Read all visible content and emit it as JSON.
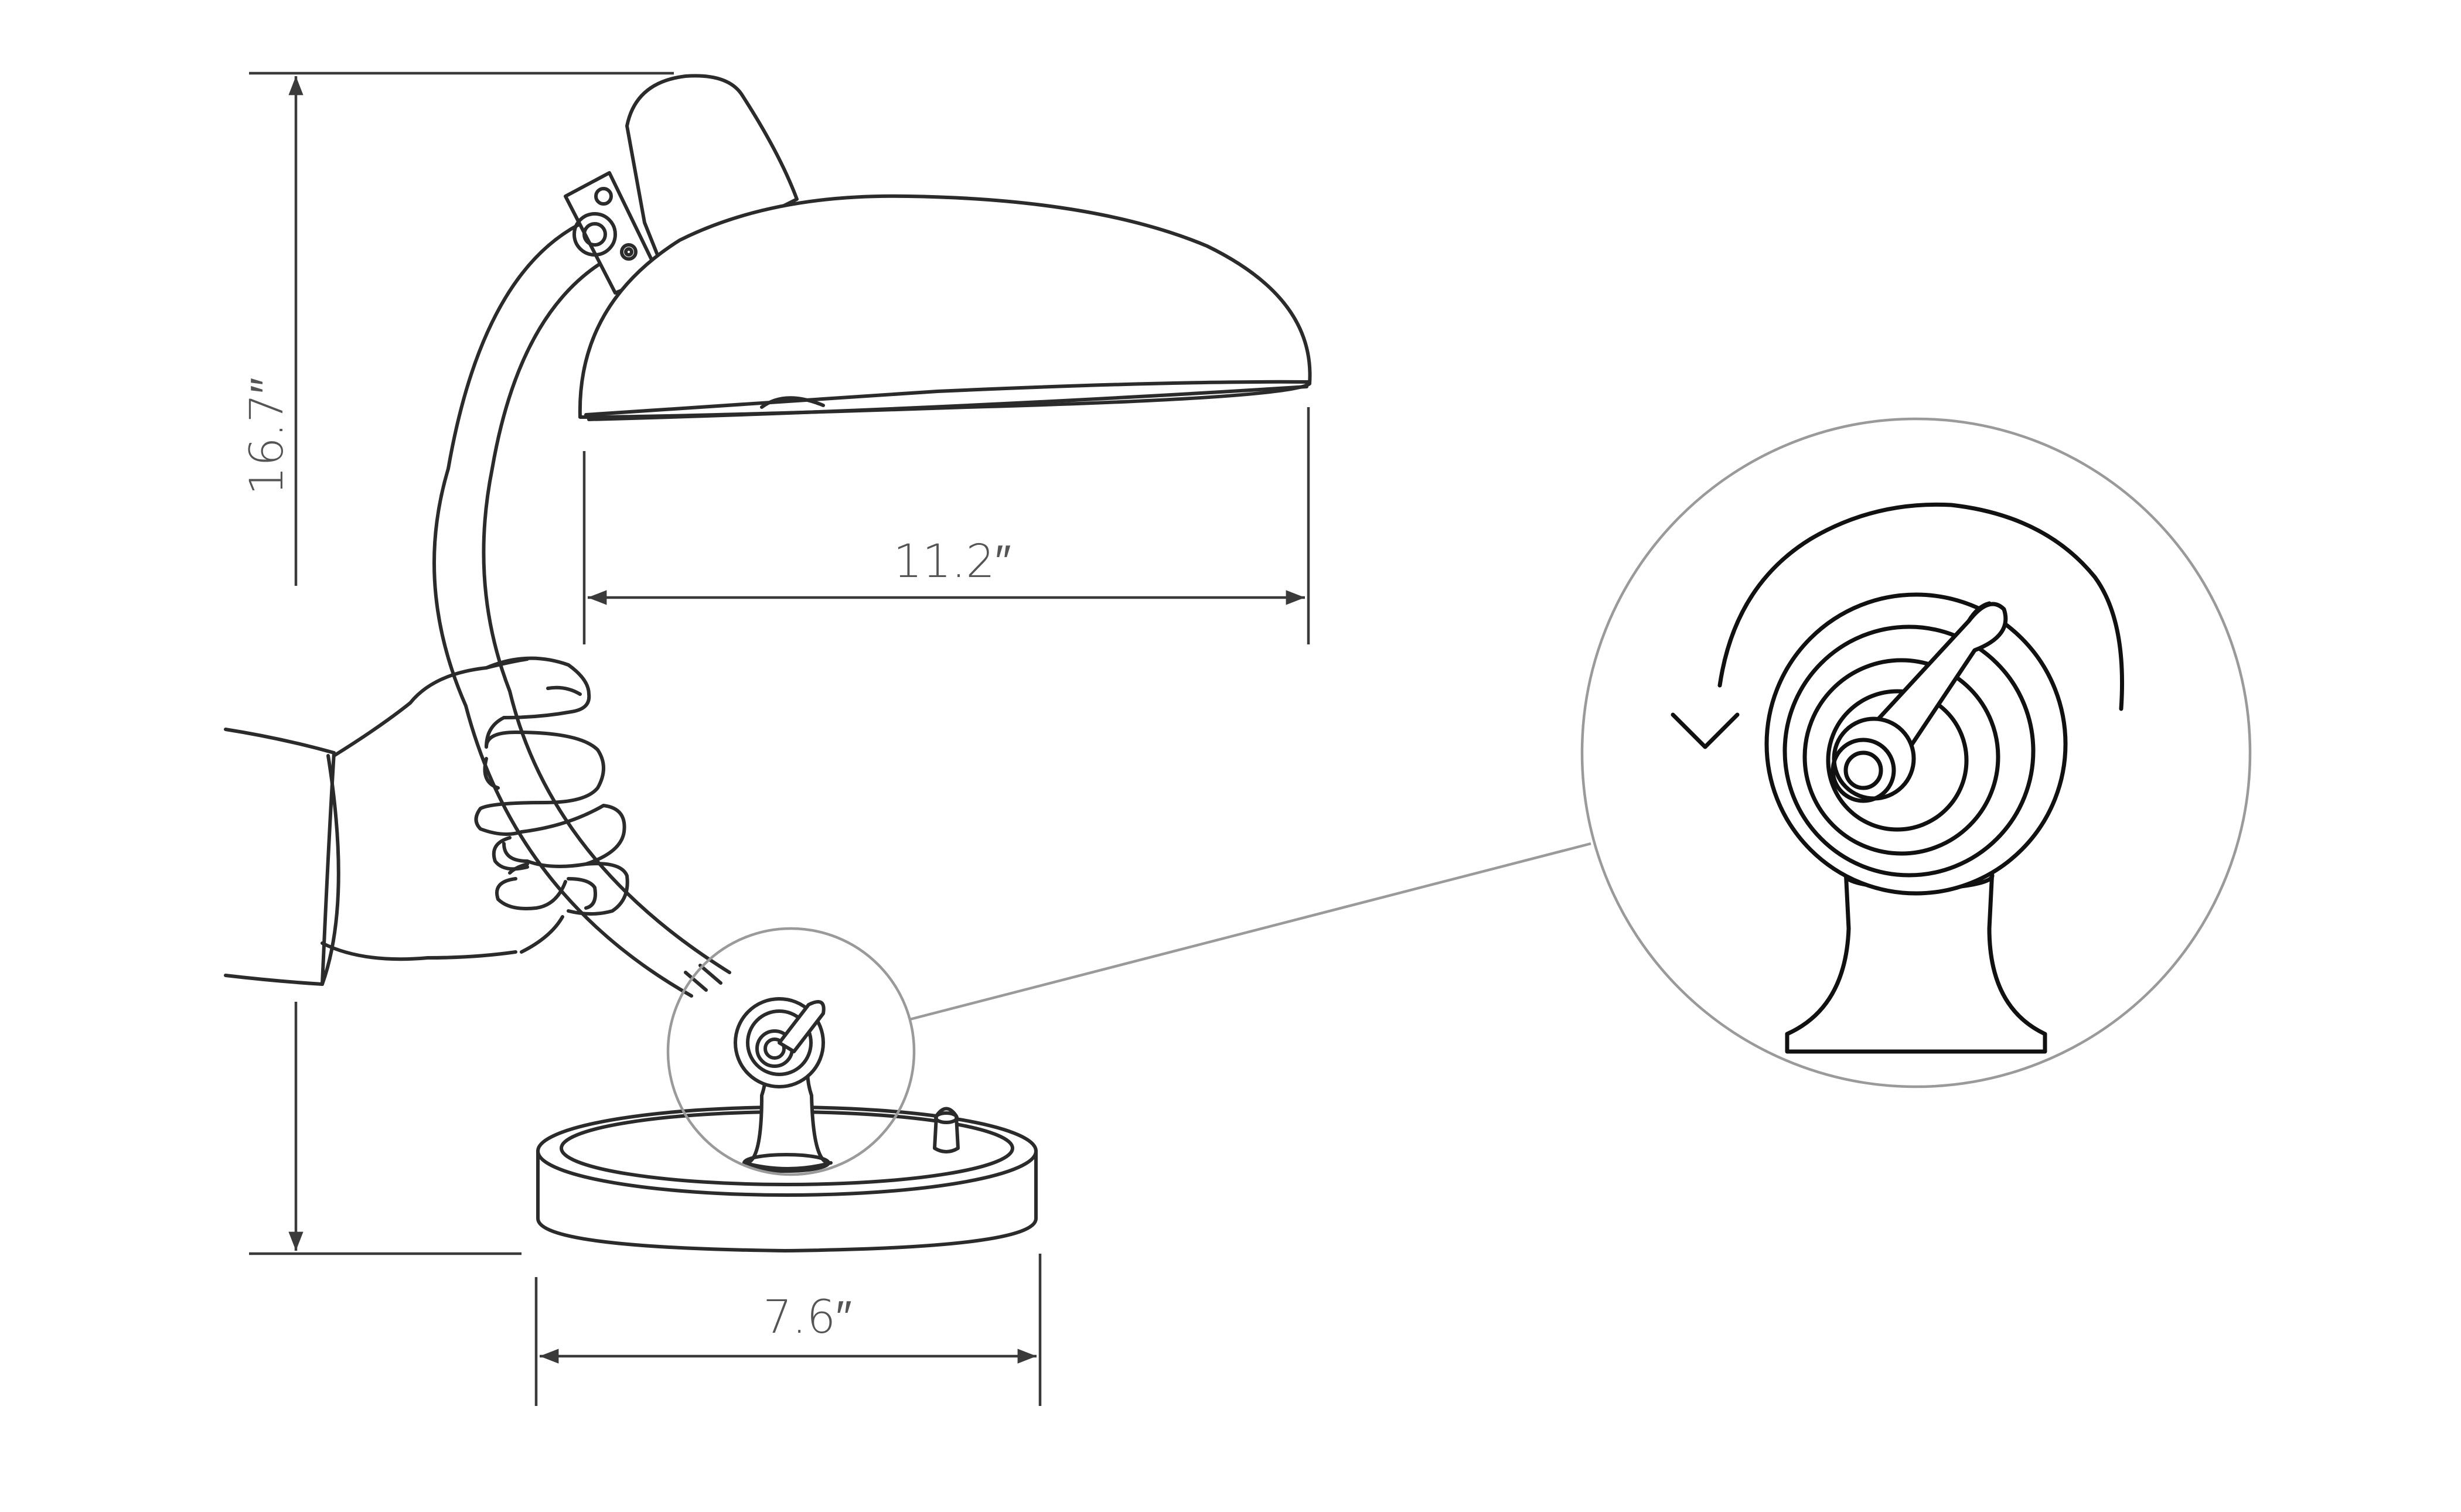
{
  "dimensions": {
    "height": "16.7″",
    "shade_width": "11.2″",
    "base_width": "7.6″"
  },
  "colors": {
    "line": "#2b2b2b",
    "dimension_line": "#3a3a3a",
    "callout_circle": "#9a9a9a",
    "label_text": "#555555"
  },
  "icons": {
    "rotation_arrow": "counter-clockwise-rotate-arrow-icon"
  }
}
